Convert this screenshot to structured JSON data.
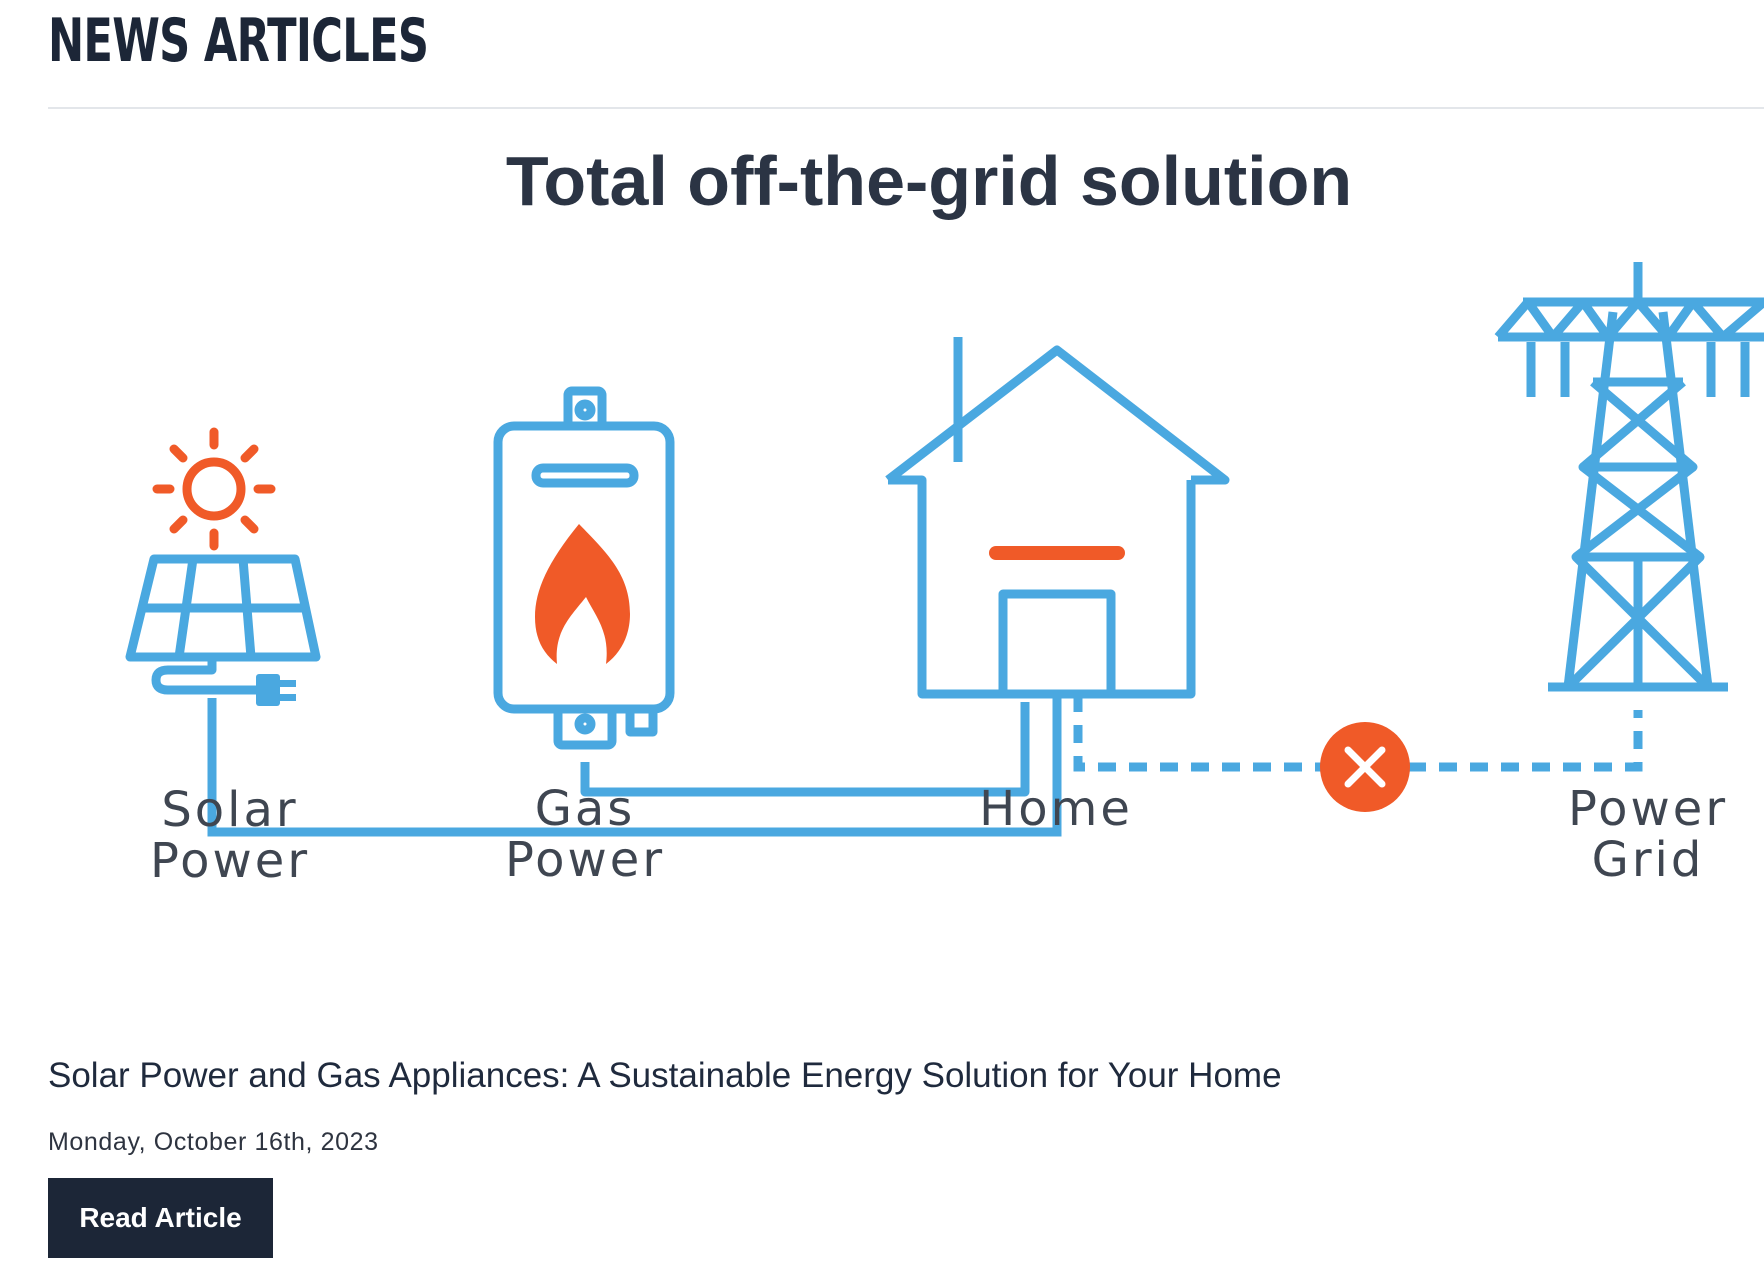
{
  "section": {
    "title": "NEWS ARTICLES"
  },
  "article": {
    "image": {
      "heading": "Total off-the-grid solution",
      "labels": {
        "solar": [
          "Solar",
          "Power"
        ],
        "gas": [
          "Gas",
          "Power"
        ],
        "home": "Home",
        "grid": [
          "Power",
          "Grid"
        ]
      },
      "icons": [
        "sun-icon",
        "solar-panel-icon",
        "plug-icon",
        "gas-water-heater-icon",
        "flame-icon",
        "house-icon",
        "disconnected-x-icon",
        "power-tower-icon"
      ],
      "colors": {
        "line": "#4aa8e0",
        "accent": "#f05a28",
        "heading": "#2b3444"
      }
    },
    "title": "Solar Power and Gas Appliances: A Sustainable Energy Solution for Your Home",
    "date": "Monday, October 16th, 2023",
    "button_label": "Read Article"
  }
}
